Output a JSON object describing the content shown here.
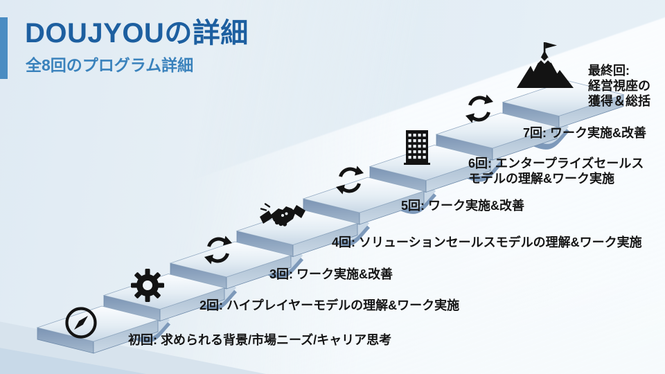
{
  "header": {
    "title": "DOUJYOUの詳細",
    "subtitle": "全8回のプログラム詳細"
  },
  "colors": {
    "title-color": "#1d5fa0",
    "subtitle-color": "#3a82bc",
    "accent-bar-color": "#4a8cc2",
    "label-color": "#151515",
    "icon-color": "#131313"
  },
  "steps": [
    {
      "icon": "compass-icon",
      "label": "初回: 求められる背景/市場ニーズ/キャリア思考"
    },
    {
      "icon": "gear-icon",
      "label": "2回: ハイプレイヤーモデルの理解&ワーク実施"
    },
    {
      "icon": "cycle-icon",
      "label": "3回: ワーク実施&改善"
    },
    {
      "icon": "handshake-icon",
      "label": "4回: ソリューションセールスモデルの理解&ワーク実施"
    },
    {
      "icon": "cycle-icon",
      "label": "5回: ワーク実施&改善"
    },
    {
      "icon": "building-icon",
      "label": "6回: エンタープライズセールス\nモデルの理解&ワーク実施"
    },
    {
      "icon": "cycle-icon",
      "label": "7回: ワーク実施&改善"
    },
    {
      "icon": "mountain-flag-icon",
      "label": "最終回:\n経営視座の\n獲得＆総括"
    }
  ]
}
